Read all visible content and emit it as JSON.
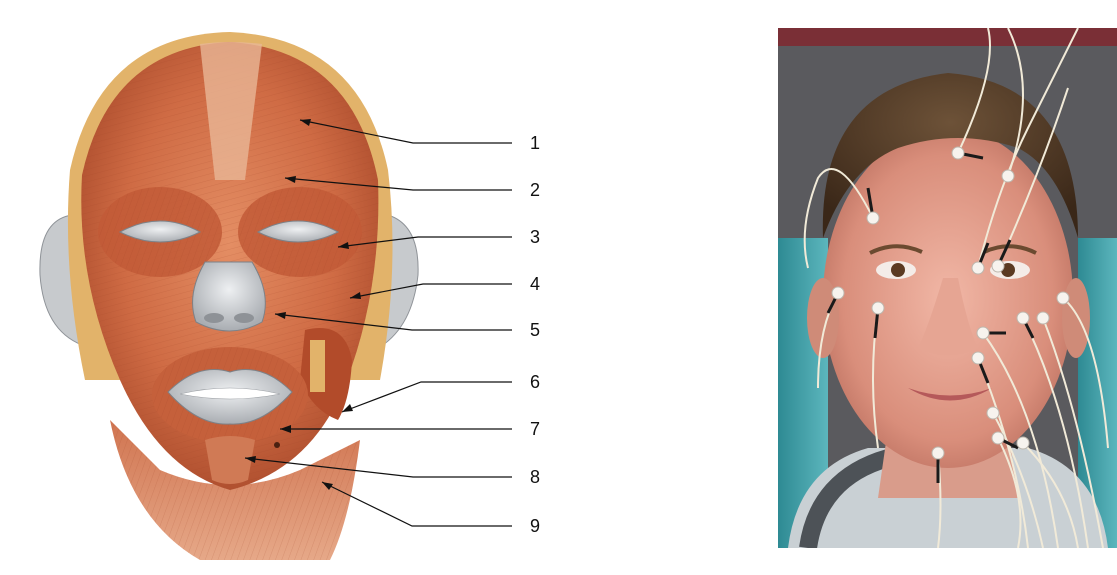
{
  "figure": {
    "callout_labels": [
      "1",
      "2",
      "3",
      "4",
      "5",
      "6",
      "7",
      "8",
      "9"
    ],
    "left_image": "anatomical illustration of facial muscles, frontal view",
    "right_image": "photograph of a face with surface electrodes and wires attached"
  },
  "colors": {
    "muscle": "#c9643f",
    "muscle_dark": "#9c3f22",
    "muscle_light": "#e08a62",
    "fat": "#e2b36a",
    "bone_grey": "#c9cccf",
    "line": "#111111",
    "background": "#ffffff"
  }
}
